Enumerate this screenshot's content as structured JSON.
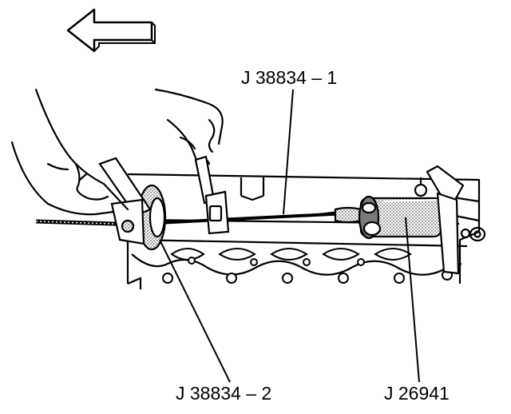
{
  "diagram": {
    "labels": {
      "tool_rod": "J 38834 – 1",
      "tool_plate": "J 38834 – 2",
      "tool_handle": "J 26941"
    },
    "icons": {
      "direction_arrow": "arrow-left-icon"
    },
    "colors": {
      "line": "#000000",
      "background": "#ffffff",
      "shade": "#7a7a7a"
    }
  }
}
